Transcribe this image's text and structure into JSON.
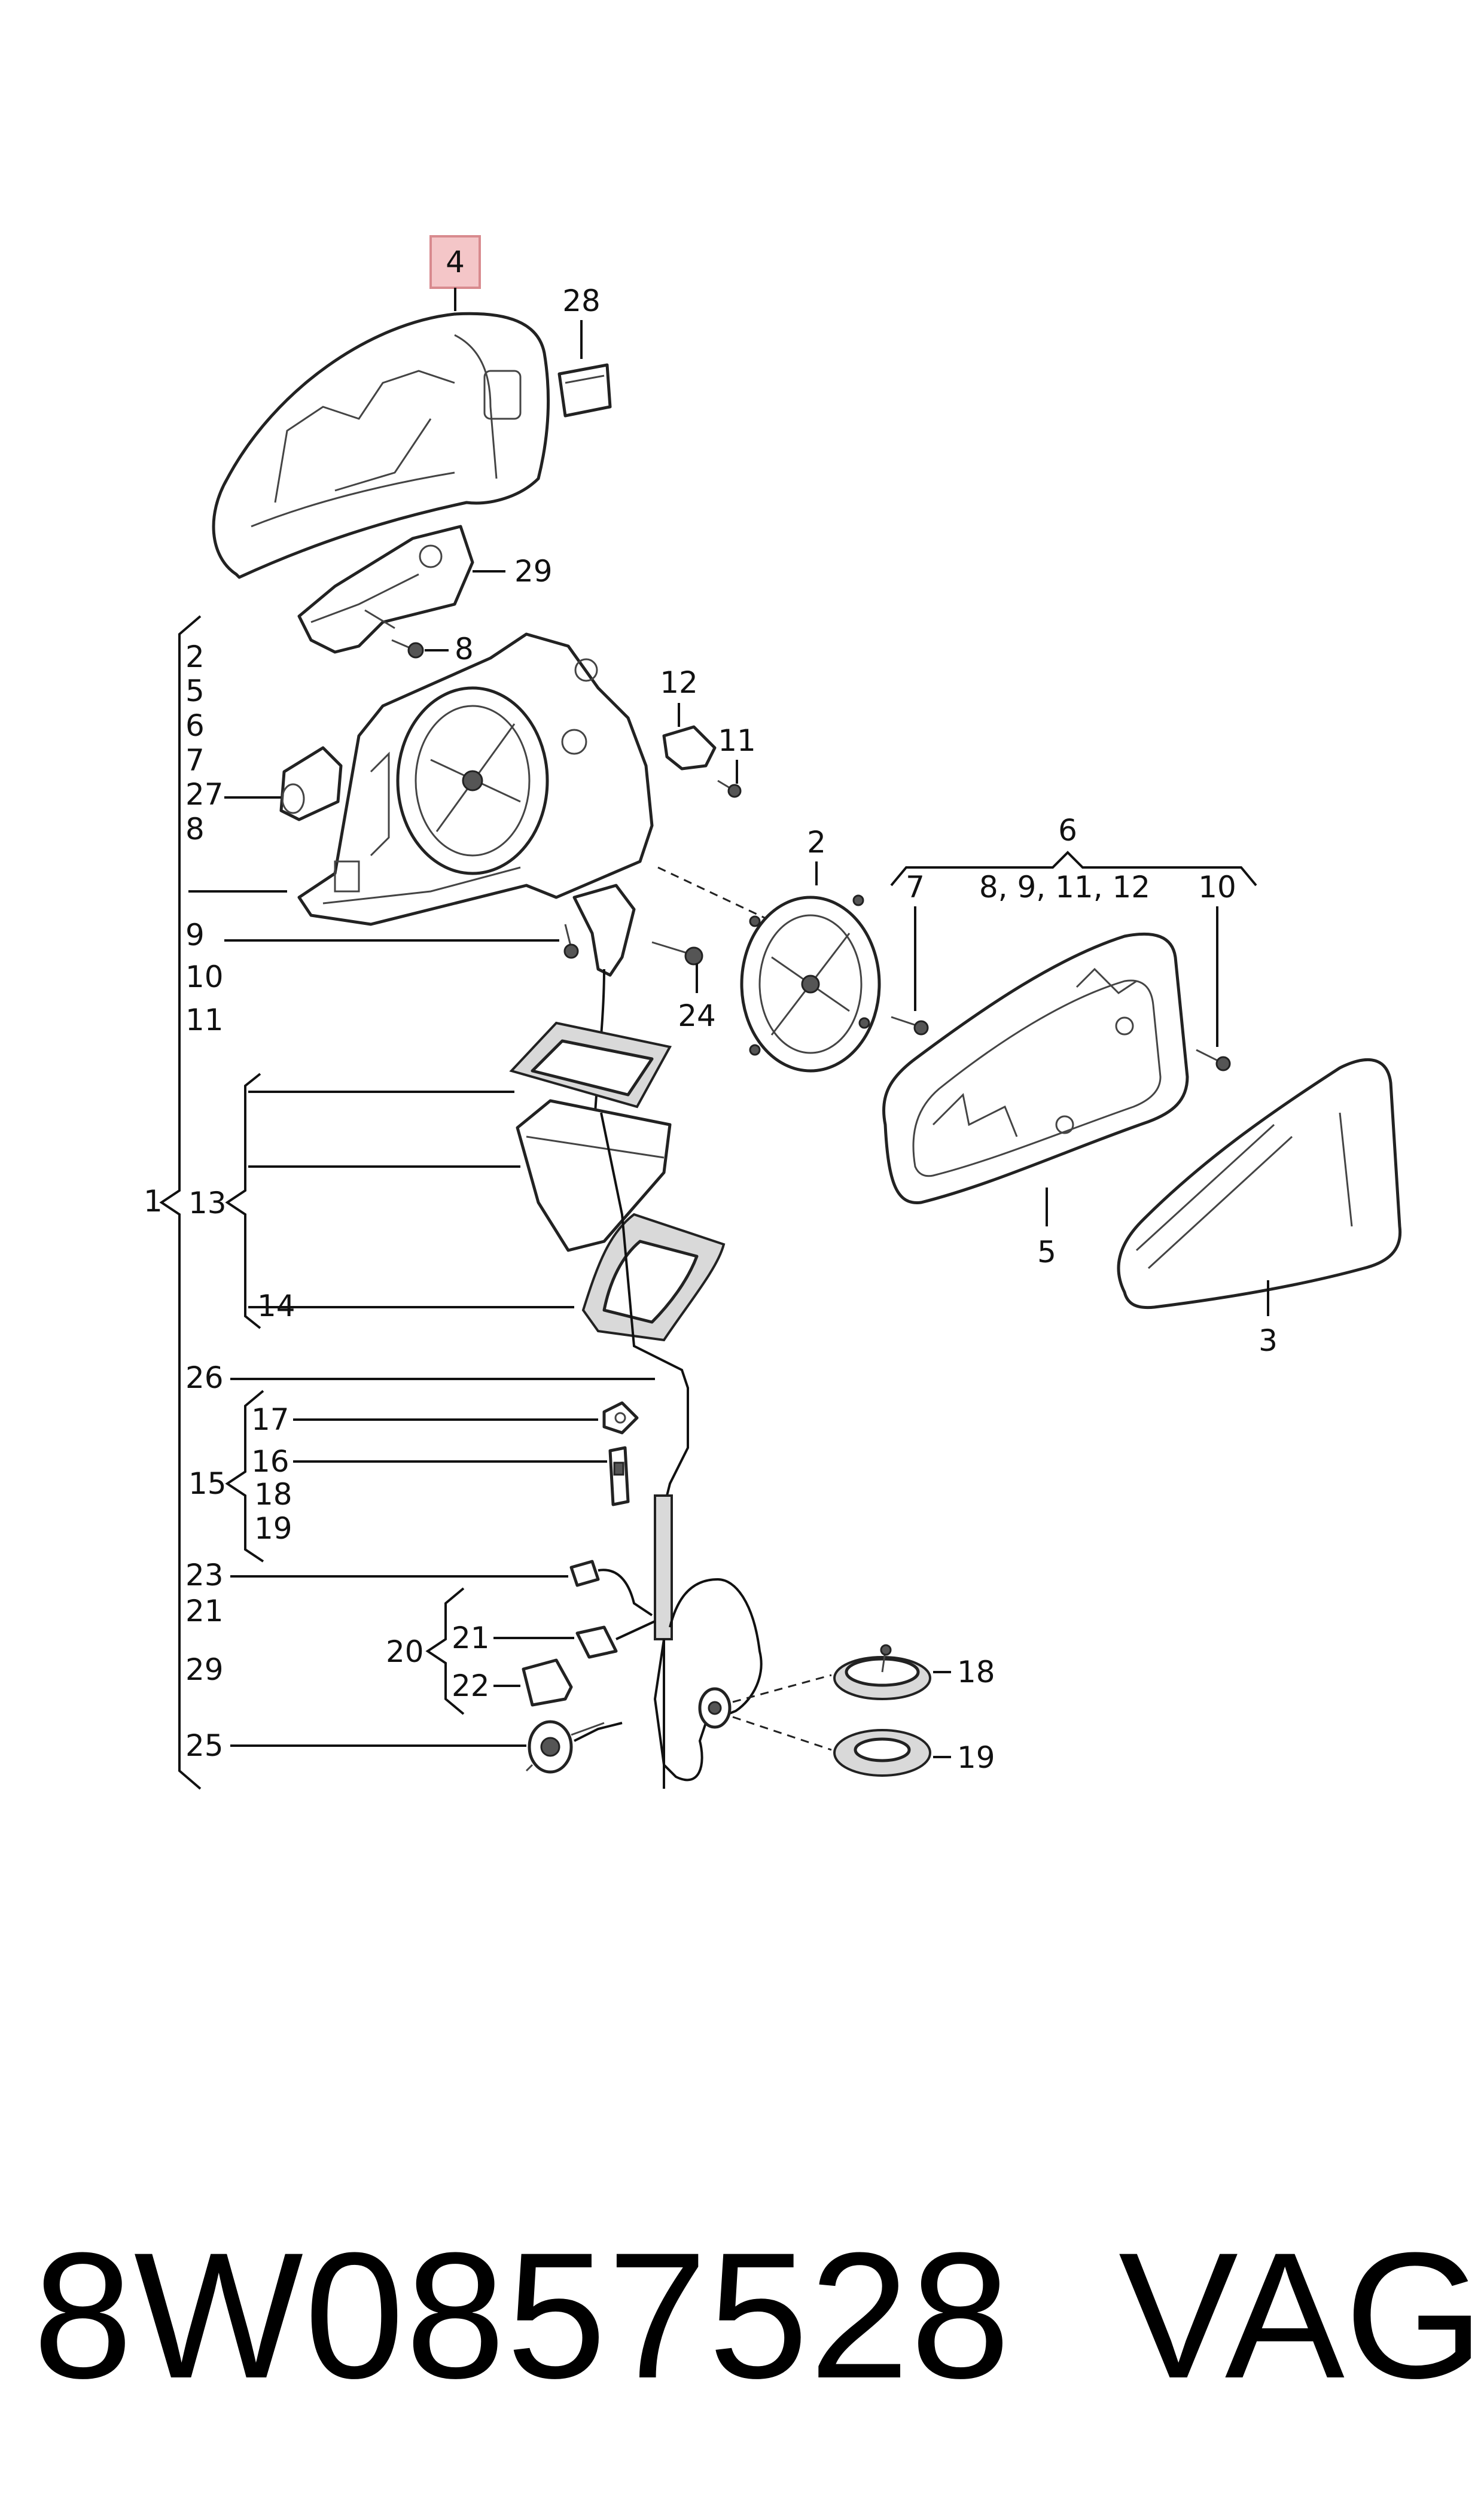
{
  "diagram": {
    "highlight_color": "#f4c6c8",
    "highlight_border": "#d88a8e",
    "callouts": {
      "c4": "4",
      "c28": "28",
      "c29a": "29",
      "c8a": "8",
      "list1_a": "2",
      "list1_b": "5",
      "list1_c": "6",
      "list1_d": "7",
      "list1_e": "27",
      "list1_f": "8",
      "list1_g": "9",
      "list1_h": "10",
      "list1_i": "11",
      "c12": "12",
      "c11a": "11",
      "c2": "2",
      "c6": "6",
      "c7": "7",
      "c6_sub": "8, 9, 11, 12",
      "c10": "10",
      "c24": "24",
      "c1": "1",
      "c13": "13",
      "c14": "14",
      "c5": "5",
      "c3": "3",
      "c26": "26",
      "c17": "17",
      "c16": "16",
      "c15": "15",
      "c18a": "18",
      "c19a": "19",
      "c23": "23",
      "c21a": "21",
      "c21b": "21",
      "c20": "20",
      "c29b": "29",
      "c22": "22",
      "c25": "25",
      "c18b": "18",
      "c19b": "19"
    }
  },
  "footer": {
    "part_number": "8W0857528",
    "brand": "VAG"
  }
}
